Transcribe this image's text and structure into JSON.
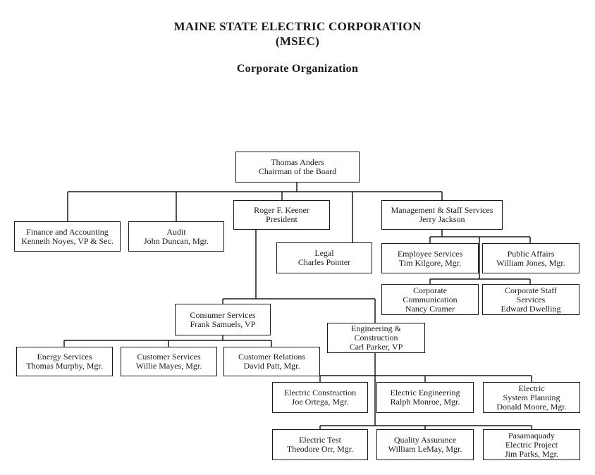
{
  "header": {
    "company": "MAINE STATE ELECTRIC CORPORATION",
    "abbrev": "(MSEC)",
    "subtitle": "Corporate Organization"
  },
  "boxes": {
    "chairman": [
      "Thomas Anders",
      "Chairman of the Board"
    ],
    "finance": [
      "Finance and Accounting",
      "Kenneth Noyes, VP & Sec."
    ],
    "audit": [
      "Audit",
      "John Duncan, Mgr."
    ],
    "president": [
      "Roger F. Keener",
      "President"
    ],
    "management": [
      "Management & Staff Services",
      "Jerry Jackson"
    ],
    "legal": [
      "Legal",
      "Charles Pointer"
    ],
    "employee": [
      "Employee Services",
      "Tim Kilgore, Mgr."
    ],
    "public_affairs": [
      "Public Affairs",
      "William Jones, Mgr."
    ],
    "corp_comm": [
      "Corporate",
      "Communication",
      "Nancy Cramer"
    ],
    "corp_staff": [
      "Corporate Staff",
      "Services",
      "Edward Dwelling"
    ],
    "consumer": [
      "Consumer Services",
      "Frank Samuels, VP"
    ],
    "engineering": [
      "Engineering &",
      "Construction",
      "Carl Parker, VP"
    ],
    "energy": [
      "Energy Services",
      "Thomas Murphy, Mgr."
    ],
    "cust_services": [
      "Customer Services",
      "Willie Mayes, Mgr."
    ],
    "cust_relations": [
      "Customer Relations",
      "David Patt, Mgr."
    ],
    "elec_construction": [
      "Electric Construction",
      "Joe Ortega, Mgr."
    ],
    "elec_engineering": [
      "Electric Engineering",
      "Ralph Monroe, Mgr."
    ],
    "sys_planning": [
      "Electric",
      "System Planning",
      "Donald Moore, Mgr."
    ],
    "elec_test": [
      "Electric Test",
      "Theodore Orr, Mgr."
    ],
    "quality": [
      "Quality Assurance",
      "William LeMay, Mgr."
    ],
    "pasamaquady": [
      "Pasamaquady",
      "Electric Project",
      "Jim Parks, Mgr."
    ]
  }
}
